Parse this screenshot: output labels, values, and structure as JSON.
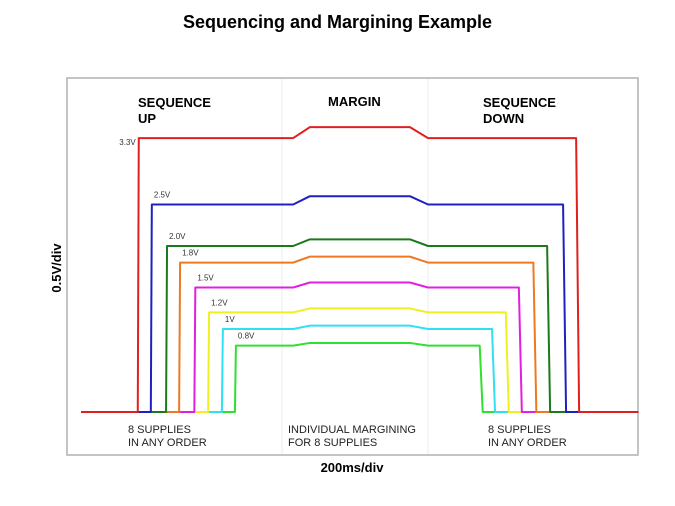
{
  "title": "Sequencing and Margining Example",
  "chart_data": {
    "type": "line",
    "xlabel": "200ms/div",
    "ylabel": "0.5V/div",
    "xlim": [
      0,
      788
    ],
    "ylim": [
      0,
      4.0
    ],
    "x_unit": "ms",
    "y_unit": "V",
    "margin_ramp_up": [
      312,
      335
    ],
    "margin_ramp_down": [
      473,
      498
    ],
    "margin_fraction": 0.04,
    "phase_labels": {
      "sequence_up": [
        "SEQUENCE",
        "UP"
      ],
      "margin": "MARGIN",
      "sequence_down": [
        "SEQUENCE",
        "DOWN"
      ]
    },
    "bottom_notes": {
      "left": [
        "8 SUPPLIES",
        "IN ANY ORDER"
      ],
      "center": [
        "INDIVIDUAL MARGINING",
        "FOR 8 SUPPLIES"
      ],
      "right": [
        "8 SUPPLIES",
        "IN ANY ORDER"
      ]
    },
    "series": [
      {
        "name": "3.3V",
        "voltage": 3.3,
        "rise_ms": 99,
        "fall_ms": 705,
        "color": "#e02020"
      },
      {
        "name": "2.5V",
        "voltage": 2.5,
        "rise_ms": 117,
        "fall_ms": 687,
        "color": "#2020c0"
      },
      {
        "name": "2.0V",
        "voltage": 2.0,
        "rise_ms": 138,
        "fall_ms": 665,
        "color": "#1a7a1a"
      },
      {
        "name": "1.8V",
        "voltage": 1.8,
        "rise_ms": 156,
        "fall_ms": 646,
        "color": "#f07820"
      },
      {
        "name": "1.5V",
        "voltage": 1.5,
        "rise_ms": 177,
        "fall_ms": 626,
        "color": "#e020e0"
      },
      {
        "name": "1.2V",
        "voltage": 1.2,
        "rise_ms": 196,
        "fall_ms": 608,
        "color": "#f0f020"
      },
      {
        "name": "1V",
        "voltage": 1.0,
        "rise_ms": 215,
        "fall_ms": 589,
        "color": "#30e0f0"
      },
      {
        "name": "0.8V",
        "voltage": 0.8,
        "rise_ms": 233,
        "fall_ms": 572,
        "color": "#30e030"
      }
    ]
  }
}
